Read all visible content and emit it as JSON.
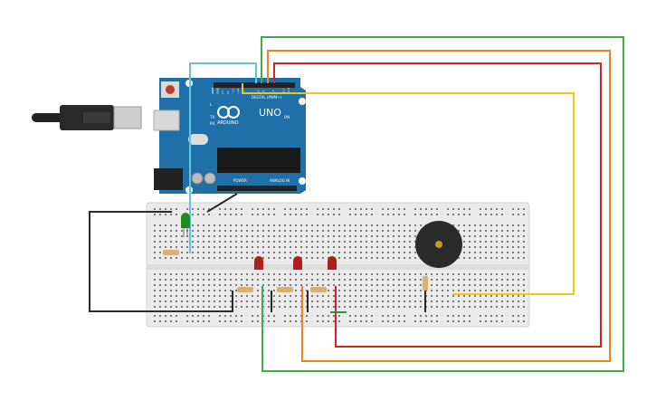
{
  "arduino": {
    "model": "UNO",
    "brand": "ARDUINO",
    "digital_label": "DIGITAL (PWM~)",
    "power_label": "POWER",
    "analog_label": "ANALOG IN",
    "top_pin_labels": [
      "AREF",
      "GND",
      "13",
      "12",
      "~11",
      "~10",
      "~9",
      "8",
      "7",
      "~6",
      "~5",
      "4",
      "~3",
      "2",
      "TX 1",
      "RX 0"
    ],
    "led_labels": [
      "L",
      "TX",
      "RX"
    ],
    "on_label": "ON"
  },
  "components": {
    "green_led_color": "#1f8a1f",
    "red_led_color": "#b01e1e",
    "buzzer_color": "#2b2b2b"
  },
  "wires": {
    "colors": {
      "green": "#3fae49",
      "orange": "#e98420",
      "red": "#d32323",
      "yellow": "#f2c518",
      "black": "#2a2a2a",
      "cyan": "#5ec6d6",
      "darkgreen": "#2d8f37"
    }
  }
}
